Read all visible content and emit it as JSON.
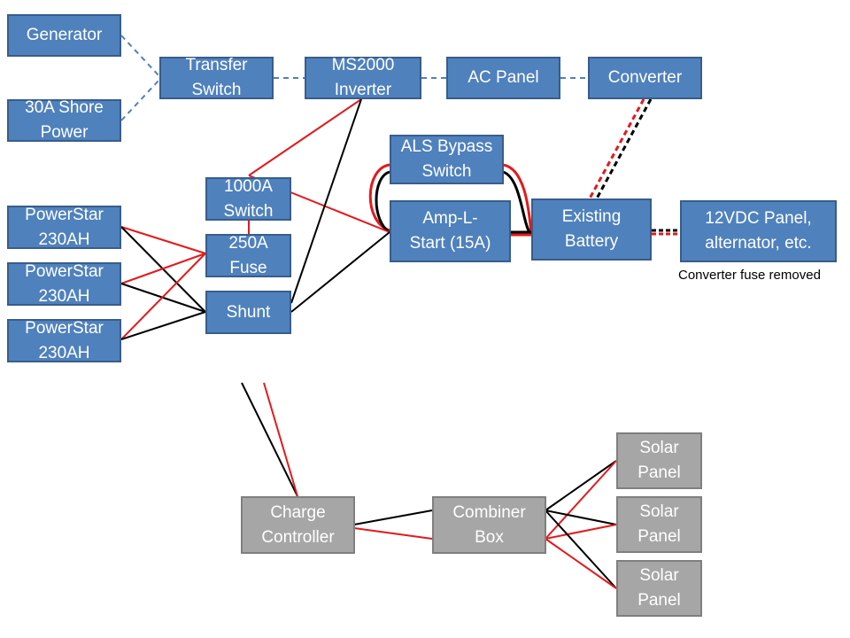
{
  "nodes": {
    "generator": "Generator",
    "shore_power": "30A Shore\nPower",
    "transfer_switch": "Transfer\nSwitch",
    "inverter": "MS2000\nInverter",
    "ac_panel": "AC Panel",
    "converter": "Converter",
    "als_bypass": "ALS Bypass\nSwitch",
    "amp_l_start": "Amp-L-\nStart (15A)",
    "existing_battery": "Existing\nBattery",
    "panel_12vdc": "12VDC Panel,\nalternator, etc.",
    "switch_1000a": "1000A\nSwitch",
    "fuse_250a": "250A\nFuse",
    "shunt": "Shunt",
    "powerstar_1": "PowerStar\n230AH",
    "powerstar_2": "PowerStar\n230AH",
    "powerstar_3": "PowerStar\n230AH",
    "charge_controller": "Charge\nController",
    "combiner_box": "Combiner\nBox",
    "solar_panel_1": "Solar\nPanel",
    "solar_panel_2": "Solar\nPanel",
    "solar_panel_3": "Solar\nPanel"
  },
  "notes": {
    "converter_fuse": "Converter fuse  removed"
  },
  "colors": {
    "box_fill": "#4f81bd",
    "box_border": "#385d8a",
    "gray_fill": "#a6a6a6",
    "ac_line": "#4f81bd",
    "positive_wire": "#e31a1c",
    "negative_wire": "#000000"
  }
}
